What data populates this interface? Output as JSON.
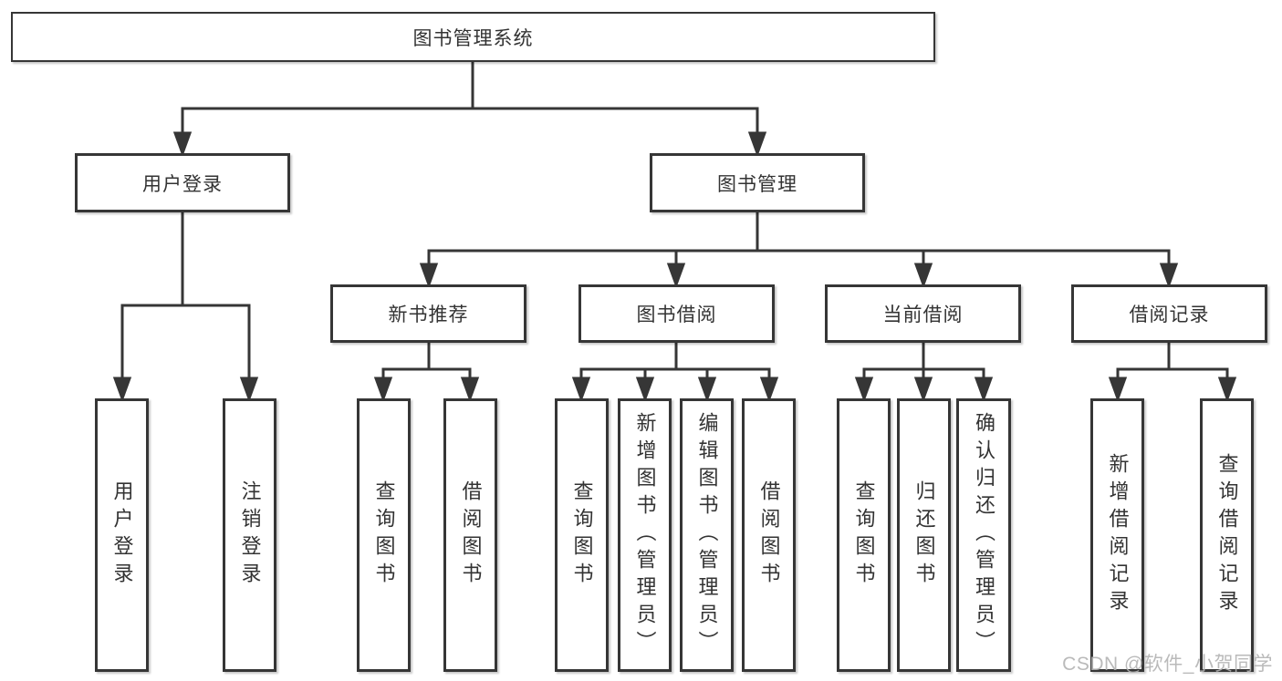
{
  "colors": {
    "background": "#ffffff",
    "line": "#363636",
    "text": "#333333",
    "watermark": "#b3b3b3"
  },
  "tree": {
    "root": "图书管理系统",
    "branches": [
      {
        "label": "用户登录",
        "children": [
          "用户登录",
          "注销登录"
        ]
      },
      {
        "label": "图书管理",
        "children": [
          {
            "label": "新书推荐",
            "children": [
              "查询图书",
              "借阅图书"
            ]
          },
          {
            "label": "图书借阅",
            "children": [
              "查询图书",
              "新增图书（管理员）",
              "编辑图书（管理员）",
              "借阅图书"
            ]
          },
          {
            "label": "当前借阅",
            "children": [
              "查询图书",
              "归还图书",
              "确认归还（管理员）"
            ]
          },
          {
            "label": "借阅记录",
            "children": [
              "新增借阅记录",
              "查询借阅记录"
            ]
          }
        ]
      }
    ]
  },
  "watermark": "CSDN @软件_小贺同学"
}
